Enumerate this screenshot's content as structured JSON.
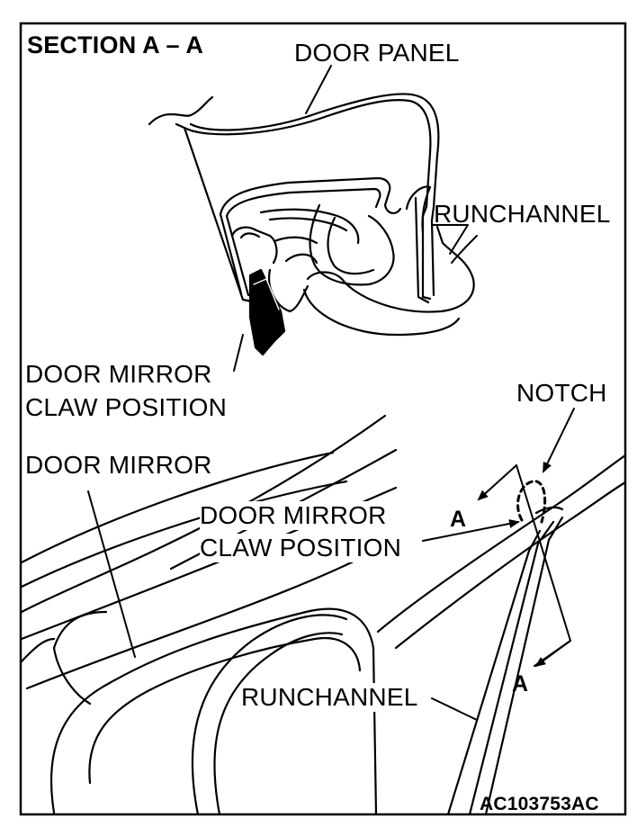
{
  "diagram": {
    "section_title": "SECTION A – A",
    "labels": {
      "door_panel": "DOOR PANEL",
      "runchannel_top": "RUNCHANNEL",
      "claw_position_top_line1": "DOOR MIRROR",
      "claw_position_top_line2": "CLAW POSITION",
      "notch": "NOTCH",
      "door_mirror": "DOOR MIRROR",
      "claw_position_mid_line1": "DOOR MIRROR",
      "claw_position_mid_line2": "CLAW POSITION",
      "section_arrow_upper": "A",
      "section_arrow_lower": "A",
      "runchannel_bottom": "RUNCHANNEL"
    },
    "figure_code": "AC103753AC"
  }
}
